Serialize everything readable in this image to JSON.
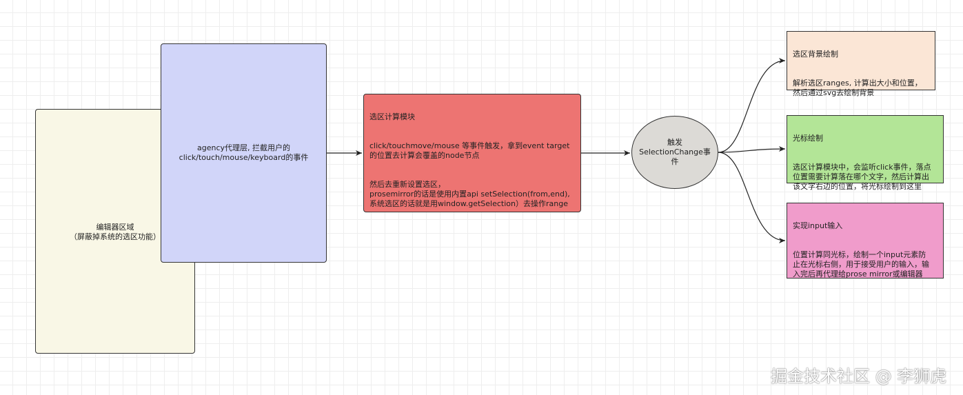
{
  "nodes": {
    "editor_area": {
      "text": "编辑器区域\n（屏蔽掉系统的选区功能）"
    },
    "agency_layer": {
      "text": "agency代理层, 拦截用户的\nclick/touch/mouse/keyboard的事件"
    },
    "selection_module": {
      "title": "选区计算模块",
      "paragraph1": "click/touchmove/mouse 等事件触发，拿到event target\n的位置去计算会覆盖的node节点",
      "paragraph2": "然后去重新设置选区，\nprosemirror的话是使用内置api setSelection(from,end),\n系统选区的话就是用window.getSelection）去操作range"
    },
    "trigger": {
      "text": "触发\nSelectionChange事\n件"
    },
    "bg_draw": {
      "title": "选区背景绘制",
      "body": "解析选区ranges, 计算出大小和位置，\n然后通过svg去绘制背景"
    },
    "cursor_draw": {
      "title": "光标绘制",
      "body": "选区计算模块中，会监听click事件，落点\n位置需要计算落在哪个文字，然后计算出\n该文字右边的位置，将光标绘制到这里"
    },
    "input_impl": {
      "title": "实现input输入",
      "body": "位置计算同光标，绘制一个input元素防\n止在光标右侧，用于接受用户的输入，输\n入完后再代理给prose mirror或编辑器"
    }
  },
  "watermark": "掘金技术社区 @ 李狮虎",
  "colors": {
    "editor_area": "#f9f7e6",
    "agency_layer": "#d1d5f9",
    "selection_module": "#ed7472",
    "trigger": "#dcdad6",
    "bg_draw": "#fbe6d6",
    "cursor_draw": "#b3e597",
    "input_impl": "#f09ccb"
  }
}
